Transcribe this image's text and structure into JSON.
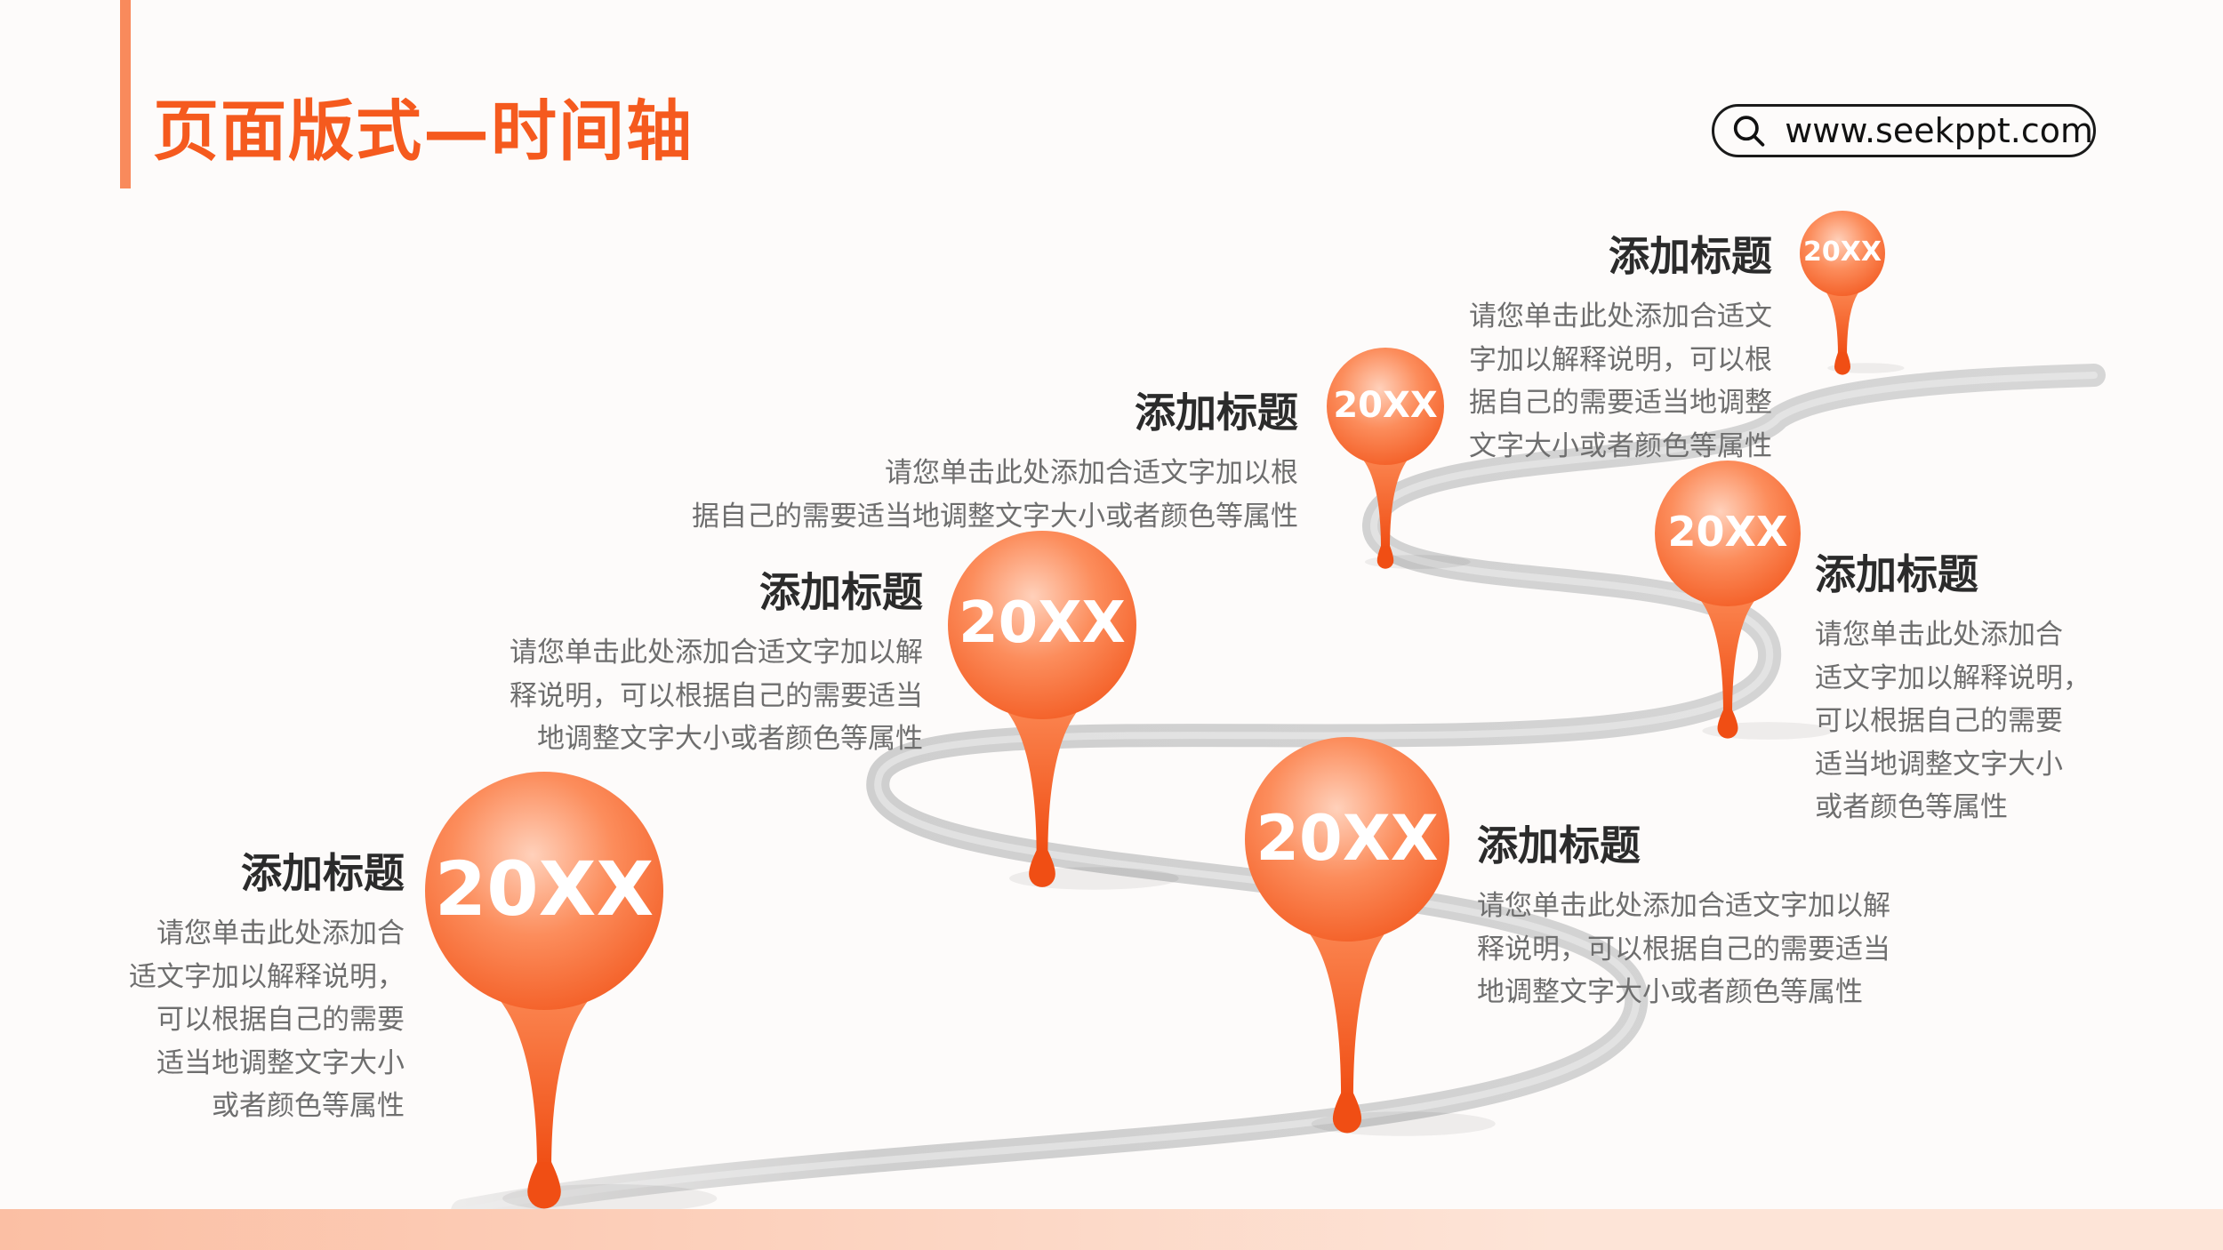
{
  "title": "页面版式—时间轴",
  "search": {
    "url": "www.seekppt.com",
    "icon": "search-icon"
  },
  "accent_color": "#f55a1e",
  "timeline": [
    {
      "year": "20XX",
      "title": "添加标题",
      "lines": [
        "请您单击此处添加合",
        "适文字加以解释说明，",
        "可以根据自己的需要",
        "适当地调整文字大小",
        "或者颜色等属性"
      ]
    },
    {
      "year": "20XX",
      "title": "添加标题",
      "lines": [
        "请您单击此处添加合适文字加以解",
        "释说明，可以根据自己的需要适当",
        "地调整文字大小或者颜色等属性"
      ]
    },
    {
      "year": "20XX",
      "title": "添加标题",
      "lines": [
        "请您单击此处添加合适文字加以解",
        "释说明，可以根据自己的需要适当",
        "地调整文字大小或者颜色等属性"
      ]
    },
    {
      "year": "20XX",
      "title": "添加标题",
      "lines": [
        "请您单击此处添加合适文字加以根",
        "据自己的需要适当地调整文字大小或者颜色等属性"
      ]
    },
    {
      "year": "20XX",
      "title": "添加标题",
      "lines": [
        "请您单击此处添加合",
        "适文字加以解释说明，",
        "可以根据自己的需要",
        "适当地调整文字大小",
        "或者颜色等属性"
      ]
    },
    {
      "year": "20XX",
      "title": "添加标题",
      "lines": [
        "请您单击此处添加合适文",
        "字加以解释说明，可以根",
        "据自己的需要适当地调整",
        "文字大小或者颜色等属性"
      ]
    }
  ]
}
